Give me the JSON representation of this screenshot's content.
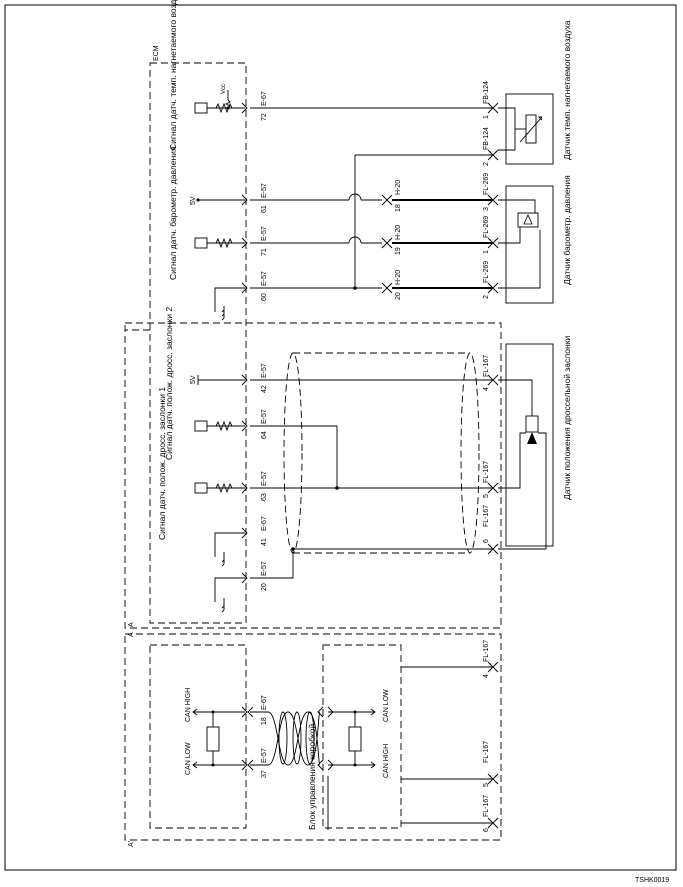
{
  "ecm": {
    "title": "ECM",
    "vcc": "Vcc",
    "iat_signal": "Сигнал датч. темп. нагнетаемого воздуха",
    "baro_signal": "Сигнал датч. барометр. давления",
    "tps2_signal": "Сигнал датч. полож. дросс. заслонки 2",
    "tps1_signal": "Сигнал датч. полож. дросс. заслонки 1",
    "five_v_1": "5V",
    "five_v_2": "5V"
  },
  "pins": {
    "p72": "72",
    "e67_72": "E-67",
    "p61": "61",
    "e57_61": "E-57",
    "p71": "71",
    "e57_71": "E-57",
    "p60": "60",
    "e57_60": "E-57",
    "p42": "42",
    "e57_42": "E-57",
    "p64": "64",
    "e57_64": "E-57",
    "p63": "63",
    "e57_63": "E-57",
    "p41": "41",
    "e67_41": "E-67",
    "p20": "20",
    "e57_20": "E-57",
    "p18": "18",
    "e67_18": "E-67",
    "p37": "37",
    "e57_37": "E-57"
  },
  "harness": {
    "h20_top": "H-20",
    "n18": "18",
    "h20_mid": "H-20",
    "n19": "19",
    "h20_bot": "H-20",
    "n20": "20"
  },
  "sensor_connectors": {
    "fb124_top": "FB-124",
    "n1": "1",
    "fb124_bot": "FB-124",
    "n2": "2",
    "fl269_a": "FL-269",
    "n3": "3",
    "fl269_b": "FL-269",
    "n1b": "1",
    "fl269_c": "FL-269",
    "n2b": "2",
    "fl167_a": "FL-167",
    "n4": "4",
    "fl167_b": "FL-167",
    "n5": "5",
    "fl167_c": "FL-167",
    "n6": "6",
    "fl167_d": "FL-167",
    "n4b": "4",
    "fl167_e": "FL-167",
    "n5b": "5",
    "fl167_f": "FL-167",
    "n6b": "6"
  },
  "sensors": {
    "iat_sensor": "Датчик темп. нагнетаемого воздуха",
    "baro_sensor": "Датчик барометр. давления",
    "tps_sensor": "Датчик положения дроссельной заслонки"
  },
  "can": {
    "can_high_ecm": "CAN HIGH",
    "can_low_ecm": "CAN LOW",
    "can_low_tcu": "CAN LOW",
    "can_high_tcu": "CAN HIGH",
    "tcu_label": "Блок управления коробкой"
  },
  "frame": {
    "marker_a1": "A",
    "marker_a2": "A",
    "marker_a3": "A'",
    "diagram_code": "TSHK0019"
  }
}
